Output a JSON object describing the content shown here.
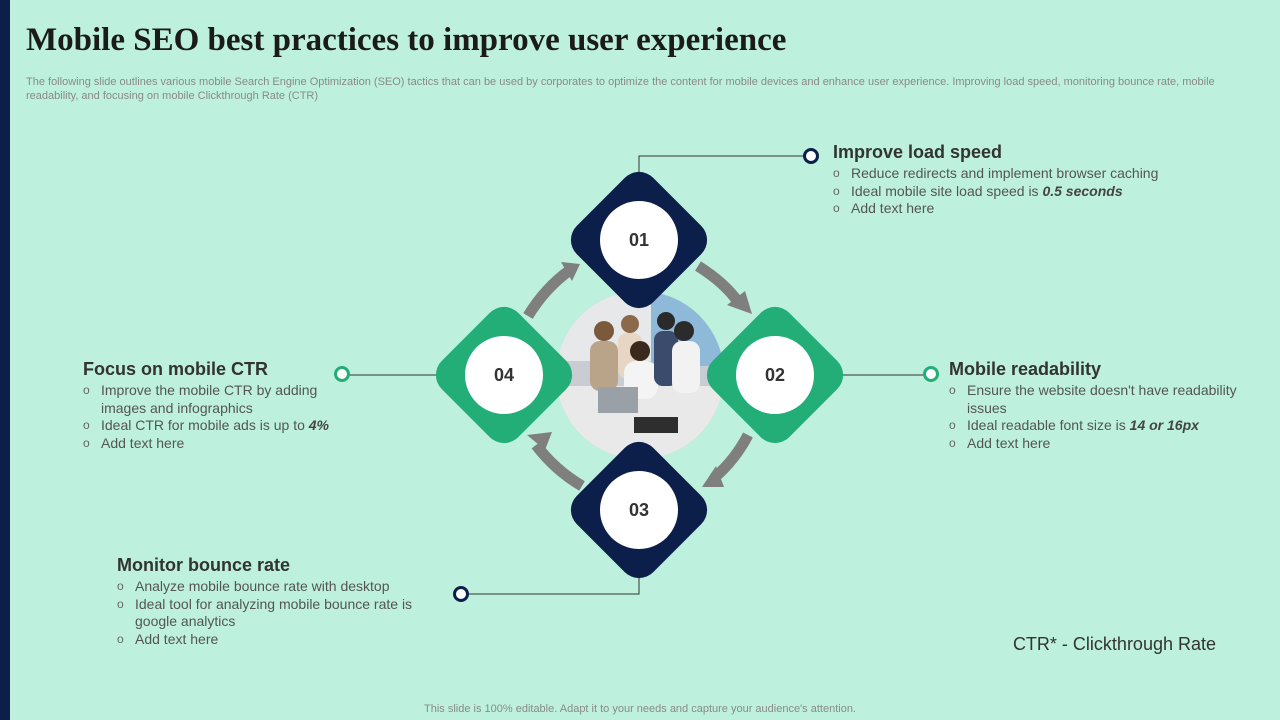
{
  "title": "Mobile SEO best practices to improve user experience",
  "subtitle": "The following slide outlines various mobile Search Engine Optimization (SEO) tactics that can be used by corporates to optimize the content for mobile devices and enhance user experience. Improving load speed, monitoring bounce rate, mobile readability, and focusing on mobile Clickthrough Rate (CTR)",
  "steps": [
    {
      "number": "01",
      "heading": "Improve load speed",
      "bullets": [
        "Reduce redirects and implement browser caching",
        "Ideal mobile site load speed is ",
        "Add text here"
      ],
      "emphasis": "0.5 seconds"
    },
    {
      "number": "02",
      "heading": "Mobile readability",
      "bullets": [
        "Ensure the website doesn't have readability issues",
        "Ideal readable font size is ",
        "Add text here"
      ],
      "emphasis": "14 or 16px"
    },
    {
      "number": "03",
      "heading": "Monitor bounce rate",
      "bullets": [
        "Analyze mobile bounce rate with desktop",
        "Ideal tool for analyzing mobile bounce rate is google analytics",
        "Add text here"
      ]
    },
    {
      "number": "04",
      "heading": "Focus on mobile CTR",
      "bullets": [
        "Improve the mobile CTR by adding images and infographics",
        "Ideal CTR for mobile ads is up to ",
        "Add text here"
      ],
      "emphasis": "4%"
    }
  ],
  "ctr_note": "CTR* - Clickthrough Rate",
  "footer": "This slide is 100% editable. Adapt it to your needs and capture your audience's attention.",
  "colors": {
    "background": "#bdf0dd",
    "navy": "#0b1f4a",
    "green": "#22ae76",
    "arrow": "#7f7f7f"
  }
}
